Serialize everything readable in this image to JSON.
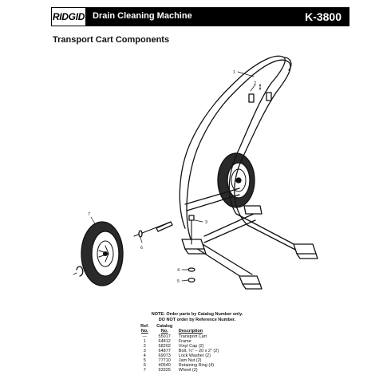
{
  "header": {
    "brand": "RIDGID",
    "title": "Drain Cleaning Machine",
    "model": "K-3800"
  },
  "section_title": "Transport Cart Components",
  "callouts": [
    "1",
    "2",
    "3",
    "4",
    "5",
    "6",
    "7"
  ],
  "note": {
    "line1": "NOTE: Order parts by Catalog Number only.",
    "line2": "DO NOT order by Reference Number."
  },
  "parts_table": {
    "headers": {
      "ref_top": "Ref.",
      "ref_bottom": "No.",
      "catalog_top": "Catalog",
      "catalog_bottom": "No.",
      "description": "Description"
    },
    "rows": [
      {
        "ref": "—",
        "catalog": "55017",
        "description": "Transport Cart"
      },
      {
        "ref": "1",
        "catalog": "64812",
        "description": "Frame"
      },
      {
        "ref": "2",
        "catalog": "58202",
        "description": "Vinyl Cap (2)"
      },
      {
        "ref": "3",
        "catalog": "64877",
        "description": "Bolt, ¼\" – 20 x 2\" (2)"
      },
      {
        "ref": "4",
        "catalog": "69073",
        "description": "Lock Washer (2)"
      },
      {
        "ref": "5",
        "catalog": "77710",
        "description": "Jam Nut (2)"
      },
      {
        "ref": "6",
        "catalog": "40540",
        "description": "Retaining Ring (4)"
      },
      {
        "ref": "7",
        "catalog": "93325",
        "description": "Wheel (2)"
      }
    ]
  }
}
